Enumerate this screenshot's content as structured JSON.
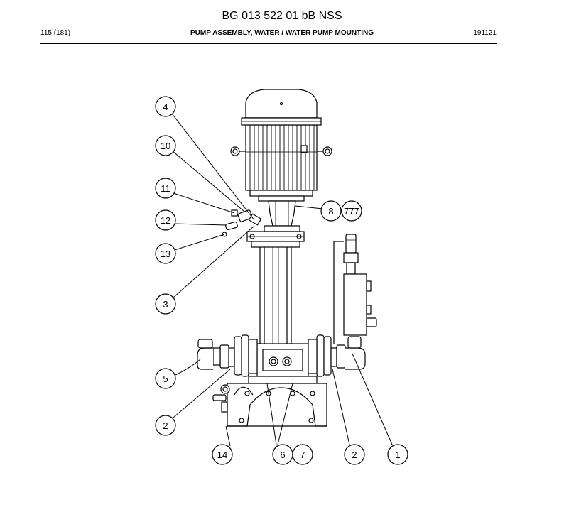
{
  "header": {
    "document_title": "BG 013 522 01 bB NSS",
    "page_label": "115 (181)",
    "section_title": "PUMP ASSEMBLY, WATER / WATER PUMP MOUNTING",
    "date_code": "191121"
  },
  "callouts": [
    {
      "id": "c-4",
      "label": "4"
    },
    {
      "id": "c-10",
      "label": "10"
    },
    {
      "id": "c-11",
      "label": "11"
    },
    {
      "id": "c-12",
      "label": "12"
    },
    {
      "id": "c-13",
      "label": "13"
    },
    {
      "id": "c-3",
      "label": "3"
    },
    {
      "id": "c-5",
      "label": "5"
    },
    {
      "id": "c-2a",
      "label": "2"
    },
    {
      "id": "c-14",
      "label": "14"
    },
    {
      "id": "c-6",
      "label": "6"
    },
    {
      "id": "c-7",
      "label": "7"
    },
    {
      "id": "c-2b",
      "label": "2"
    },
    {
      "id": "c-1",
      "label": "1"
    },
    {
      "id": "c-8",
      "label": "8"
    },
    {
      "id": "c-777",
      "label": "777"
    }
  ]
}
